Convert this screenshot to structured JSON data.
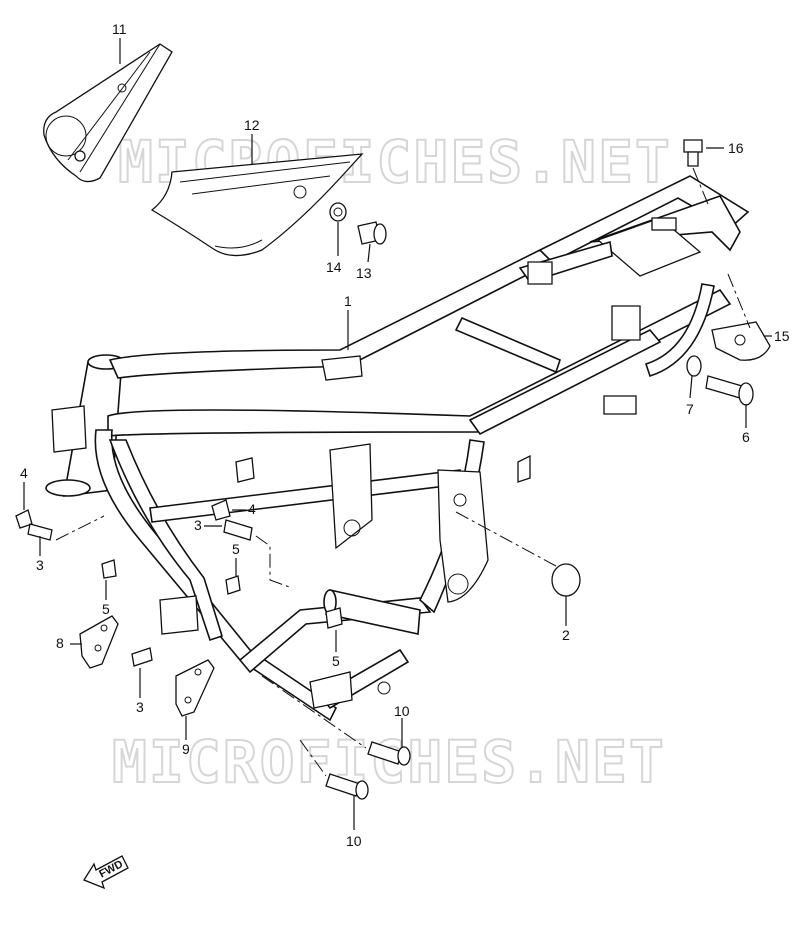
{
  "watermark": "MICROFICHES.NET",
  "fwd_label": "FWD",
  "callouts": {
    "c1": "1",
    "c2": "2",
    "c3a": "3",
    "c3b": "3",
    "c3c": "3",
    "c4a": "4",
    "c4b": "4",
    "c5a": "5",
    "c5b": "5",
    "c5c": "5",
    "c6": "6",
    "c7": "7",
    "c8": "8",
    "c9": "9",
    "c10a": "10",
    "c10b": "10",
    "c11": "11",
    "c12": "12",
    "c13": "13",
    "c14": "14",
    "c15": "15",
    "c16": "16"
  }
}
